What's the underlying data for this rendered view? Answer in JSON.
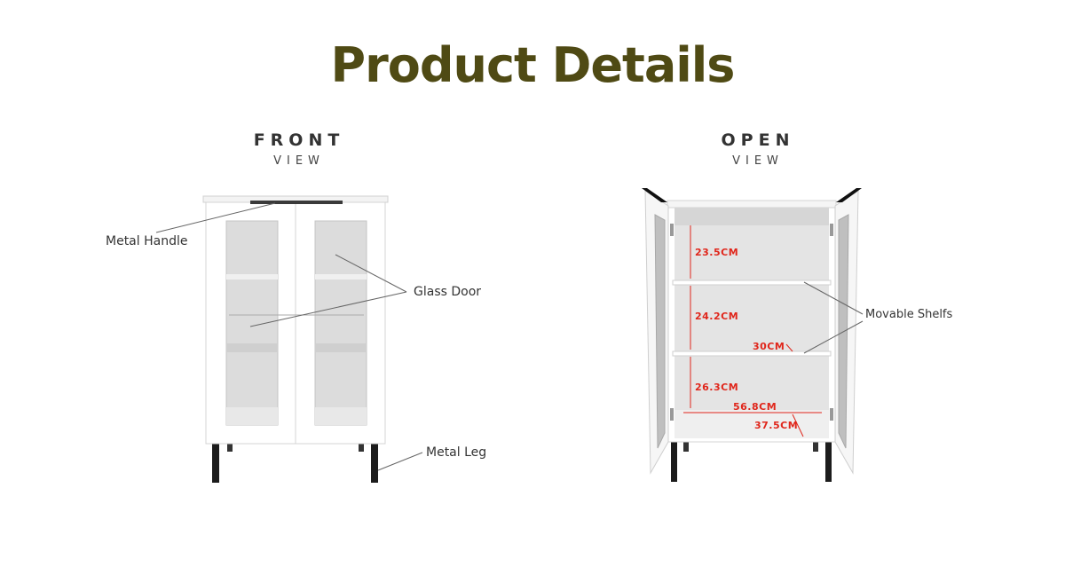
{
  "title": "Product Details",
  "front": {
    "heading": "FRONT",
    "subheading": "VIEW",
    "labels": {
      "handle": "Metal Handle",
      "glass": "Glass Door",
      "leg": "Metal Leg"
    }
  },
  "open": {
    "heading": "OPEN",
    "subheading": "VIEW",
    "labels": {
      "shelves": "Movable Shelfs"
    },
    "dimensions": {
      "top": "23.5CM",
      "middle": "24.2CM",
      "bottom": "26.3CM",
      "shelf_depth": "30CM",
      "width": "56.8CM",
      "depth": "37.5CM"
    }
  },
  "colors": {
    "title": "#4f4a14",
    "dimension": "#e0261b"
  }
}
